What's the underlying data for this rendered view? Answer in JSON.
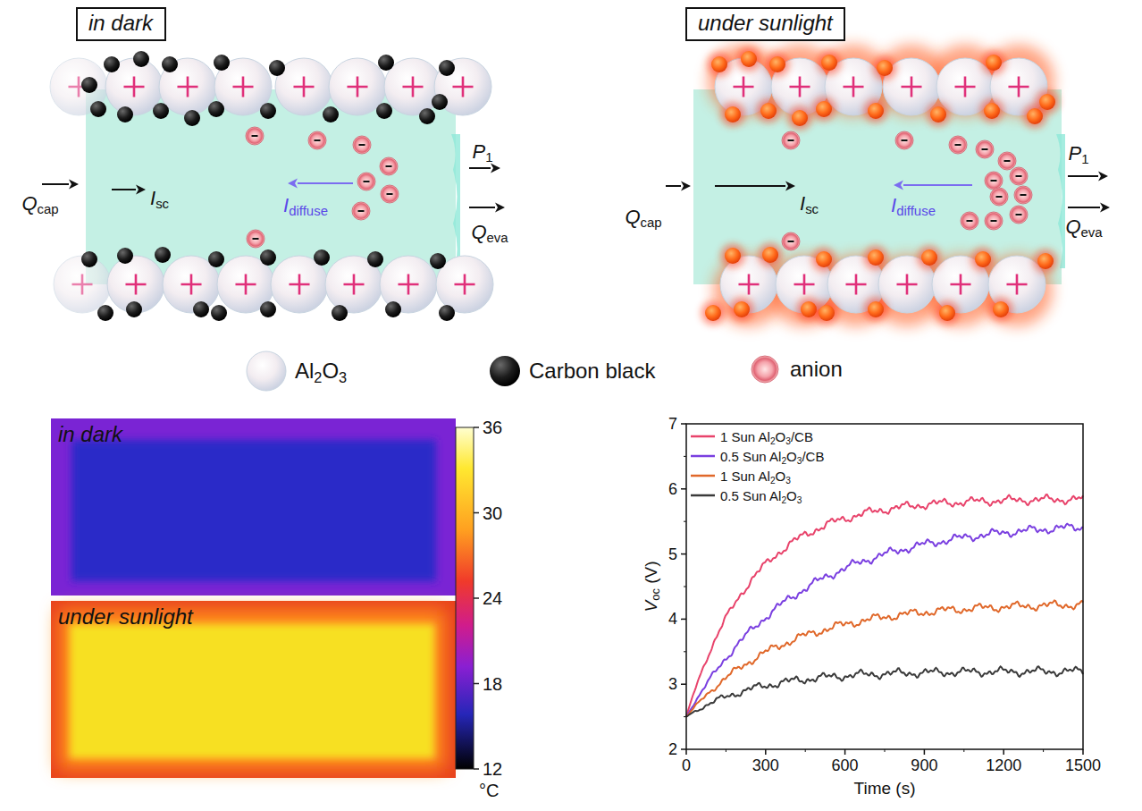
{
  "diagram": {
    "nodes": [
      {
        "text": [
          "in dark"
        ]
      },
      {
        "text": [
          "under sunlight"
        ]
      },
      {
        "text": [
          "in dark"
        ]
      },
      {
        "text": [
          "under sunlight"
        ]
      }
    ],
    "labels": [
      "Qcap",
      "Isc",
      "Idiffuse",
      "P1",
      "Qeva",
      "Qcap",
      "Isc",
      "Idiffuse",
      "P1",
      "Qeva",
      "36",
      "30",
      "24",
      "18",
      "12",
      "°C",
      "2",
      "3",
      "4",
      "5",
      "6",
      "7",
      "0",
      "300",
      "600",
      "900",
      "1200",
      "1500",
      "Voc (V)",
      "Time (s)"
    ],
    "legend": [
      {
        "text": "Al2O3"
      },
      {
        "text": "Carbon black"
      },
      {
        "text": "anion"
      },
      {
        "text": "1 Sun Al2O3/CB"
      },
      {
        "text": "0.5 Sun Al2O3/CB"
      },
      {
        "text": "1 Sun Al2O3"
      },
      {
        "text": "0.5 Sun Al2O3"
      }
    ]
  }
}
